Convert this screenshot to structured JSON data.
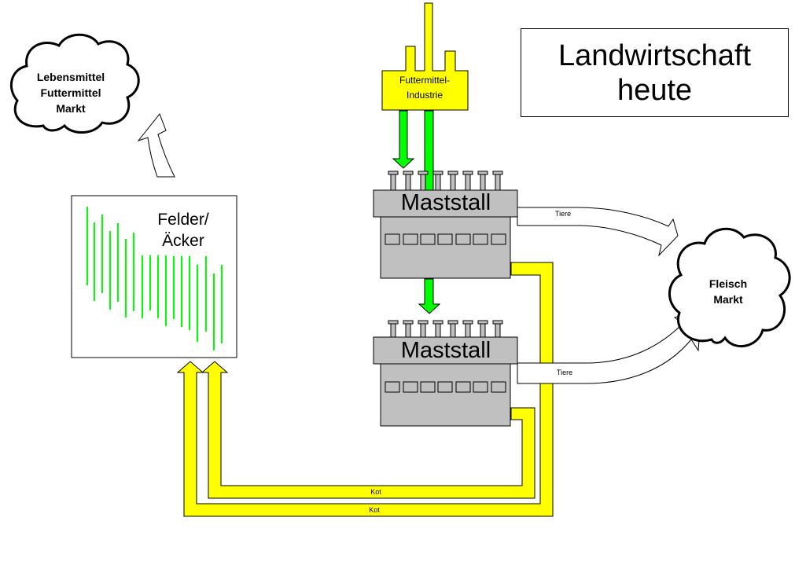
{
  "title": {
    "line1": "Landwirtschaft",
    "line2": "heute"
  },
  "markets": {
    "food": {
      "line1": "Lebensmittel",
      "line2": "Futtermittel",
      "line3": "Markt"
    },
    "meat": {
      "line1": "Fleisch",
      "line2": "Markt"
    }
  },
  "fields": {
    "line1": "Felder/",
    "line2": "Äcker"
  },
  "feed_industry": {
    "line1": "Futtermittel-",
    "line2": "Industrie"
  },
  "barns": [
    {
      "label": "Maststall",
      "animals_label": "Tiere"
    },
    {
      "label": "Maststall",
      "animals_label": "Tiere"
    }
  ],
  "manure": {
    "inner_label": "Kot",
    "outer_label": "Kot"
  },
  "colors": {
    "flow_yellow": "#FFFF00",
    "flow_green": "#00FF00",
    "barn_gray": "#C0C0C0",
    "crop_green": "#00FF00",
    "outline": "#000000"
  }
}
